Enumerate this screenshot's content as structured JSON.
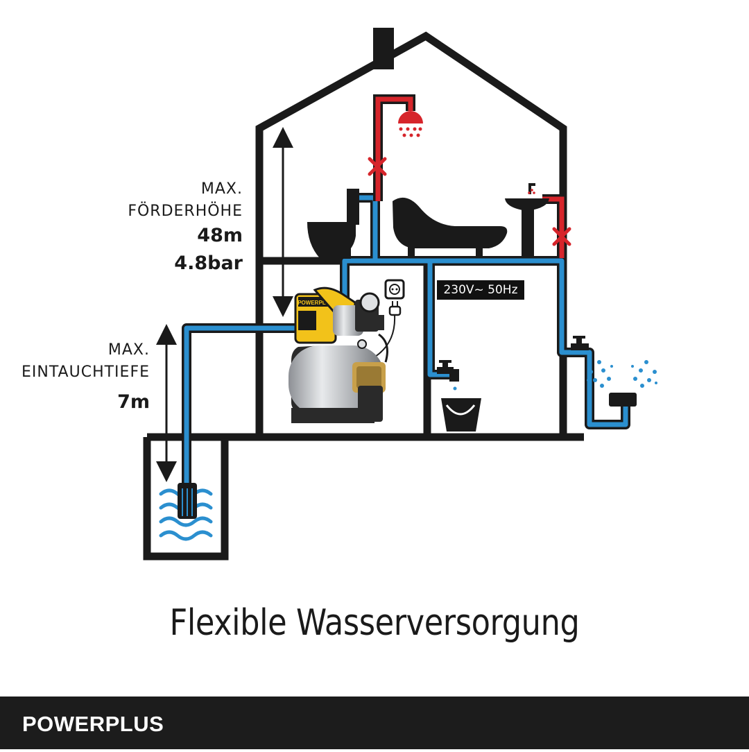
{
  "labels": {
    "head": {
      "line1": "MAX.",
      "line2": "FÖRDERHÖHE",
      "height": "48m",
      "pressure": "4.8bar"
    },
    "depth": {
      "line1": "MAX.",
      "line2": "EINTAUCHTIEFE",
      "value": "7m"
    },
    "voltage": "230V~ 50Hz"
  },
  "pump_brand": "POWERPLUS",
  "caption": "Flexible Wasserversorgung",
  "footer": {
    "brand": "POWERPLUS"
  },
  "colors": {
    "outline": "#1a1a1a",
    "water_pipe": "#2b8fcf",
    "hot_pipe": "#d6252b",
    "blocked_mark": "#d6252b",
    "pump_yellow": "#f2c21a",
    "pump_steel": "#b9bcc0",
    "footer_bg": "#1c1c1c"
  },
  "icons": [
    "house-outline",
    "shower-head-icon",
    "toilet-icon",
    "bathtub-icon",
    "sink-icon",
    "blocked-x-icon",
    "power-socket-icon",
    "plug-icon",
    "garden-tap-icon",
    "bucket-icon",
    "lawn-sprinkler-icon",
    "well-icon",
    "water-waves-icon",
    "foot-valve-icon",
    "garden-pump-icon",
    "height-arrow-icon",
    "depth-arrow-icon"
  ]
}
